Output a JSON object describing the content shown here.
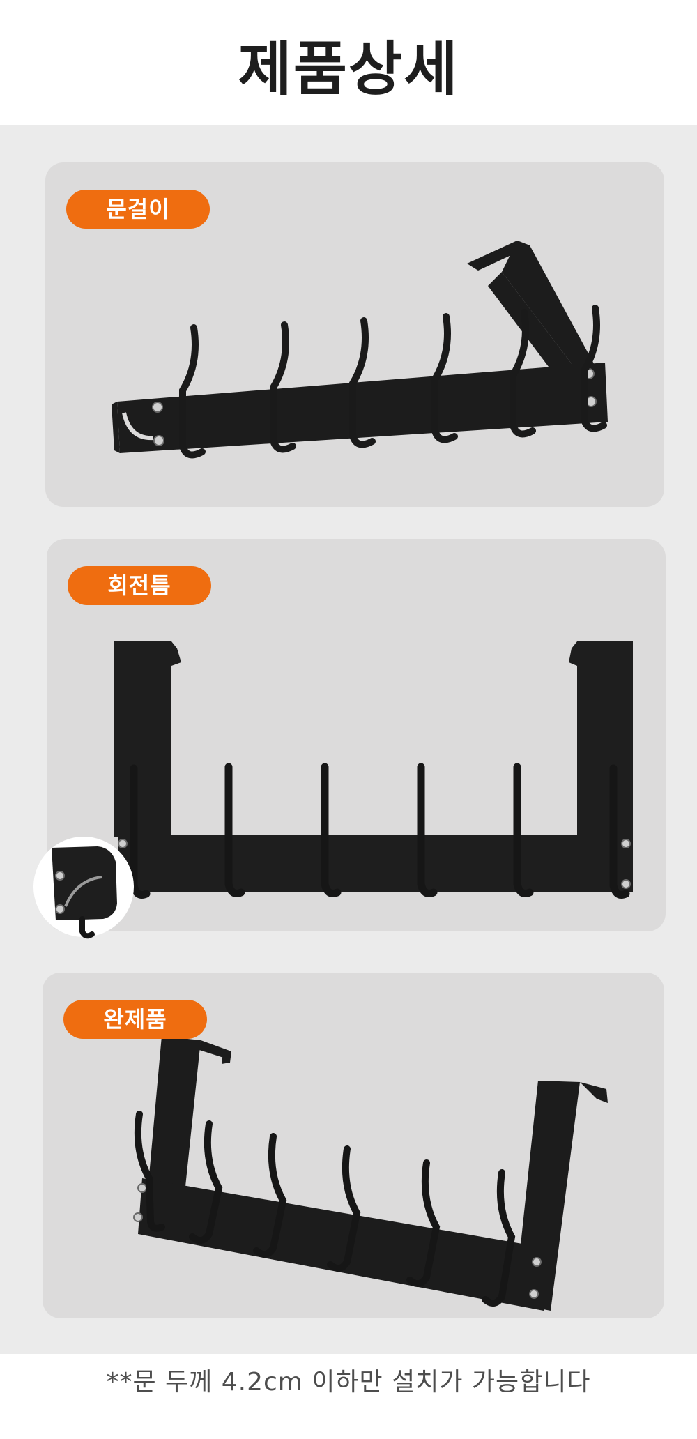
{
  "header": {
    "title": "제품상세"
  },
  "sections": [
    {
      "label": "문걸이"
    },
    {
      "label": "회전틈"
    },
    {
      "label": "완제품"
    }
  ],
  "footer": {
    "note": "**문 두께 4.2cm 이하만 설치가 가능합니다"
  },
  "colors": {
    "accent": "#ef6d10",
    "background_band": "#ebebeb",
    "card": "#dcdbdb",
    "product": "#1e1e1e"
  },
  "icons": [
    "door-hook-rack-image",
    "rotating-hinge-image",
    "assembled-rack-image"
  ]
}
